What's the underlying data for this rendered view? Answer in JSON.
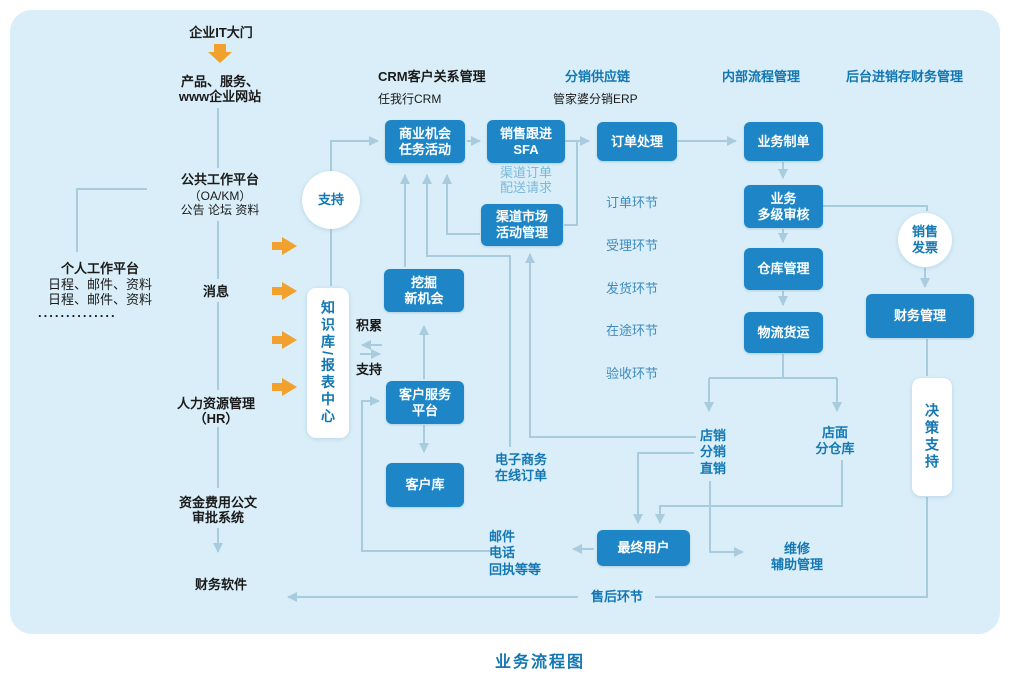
{
  "title": "业务流程图",
  "left_column": {
    "it_gate": "企业IT大门",
    "website": "产品、服务、\nwww企业网站",
    "public_platform": "公共工作平台",
    "public_platform_sub": "（OA/KM）",
    "public_platform_items": "公告 论坛 资料",
    "personal_platform": "个人工作平台",
    "personal_items1": "日程、邮件、资料",
    "personal_items2": "日程、邮件、资料",
    "personal_more": "..............",
    "message": "消息",
    "hr": "人力资源管理\n（HR）",
    "approval_system": "资金费用公文\n审批系统",
    "finance_software": "财务软件"
  },
  "headers": {
    "crm": "CRM客户关系管理",
    "crm_sub": "任我行CRM",
    "distribution": "分销供应链",
    "distribution_sub": "管家婆分销ERP",
    "internal": "内部流程管理",
    "backoffice": "后台进销存财务管理"
  },
  "nodes": {
    "support_circle": "支持",
    "knowledge_center": "知识库/报表中心",
    "biz_opp": "商业机会\n任务活动",
    "sfa": "销售跟进\nSFA",
    "channel_note": "渠道订单\n配送请求",
    "channel_mkt": "渠道市场\n活动管理",
    "dig_new": "挖掘\n新机会",
    "cust_svc": "客户服务\n平台",
    "cust_db": "客户库",
    "order_handle": "订单处理",
    "biz_doc": "业务制单",
    "multi_audit": "业务\n多级审核",
    "warehouse": "仓库管理",
    "logistics": "物流货运",
    "sales_invoice": "销售\n发票",
    "finance_mgmt": "财务管理",
    "decision_support": "决策支持",
    "final_user": "最终用户"
  },
  "labels": {
    "accumulate": "积累",
    "support": "支持",
    "order_step": "订单环节",
    "accept_step": "受理环节",
    "ship_step": "发货环节",
    "transit_step": "在途环节",
    "check_step": "验收环节",
    "store_sales": "店销\n分销\n直销",
    "store_warehouse": "店面\n分仓库",
    "ecommerce": "电子商务\n在线订单",
    "mail_phone": "邮件\n电话\n回执等等",
    "repair": "维修\n辅助管理",
    "aftersales": "售后环节"
  },
  "colors": {
    "panel_bg": "#d9eef8",
    "box_blue": "#1e86c6",
    "connector": "#a9cbde",
    "orange": "#f2a12e",
    "label_blue": "#1377b2",
    "step_blue": "#3e8abf",
    "note_blue": "#7cb9da"
  }
}
